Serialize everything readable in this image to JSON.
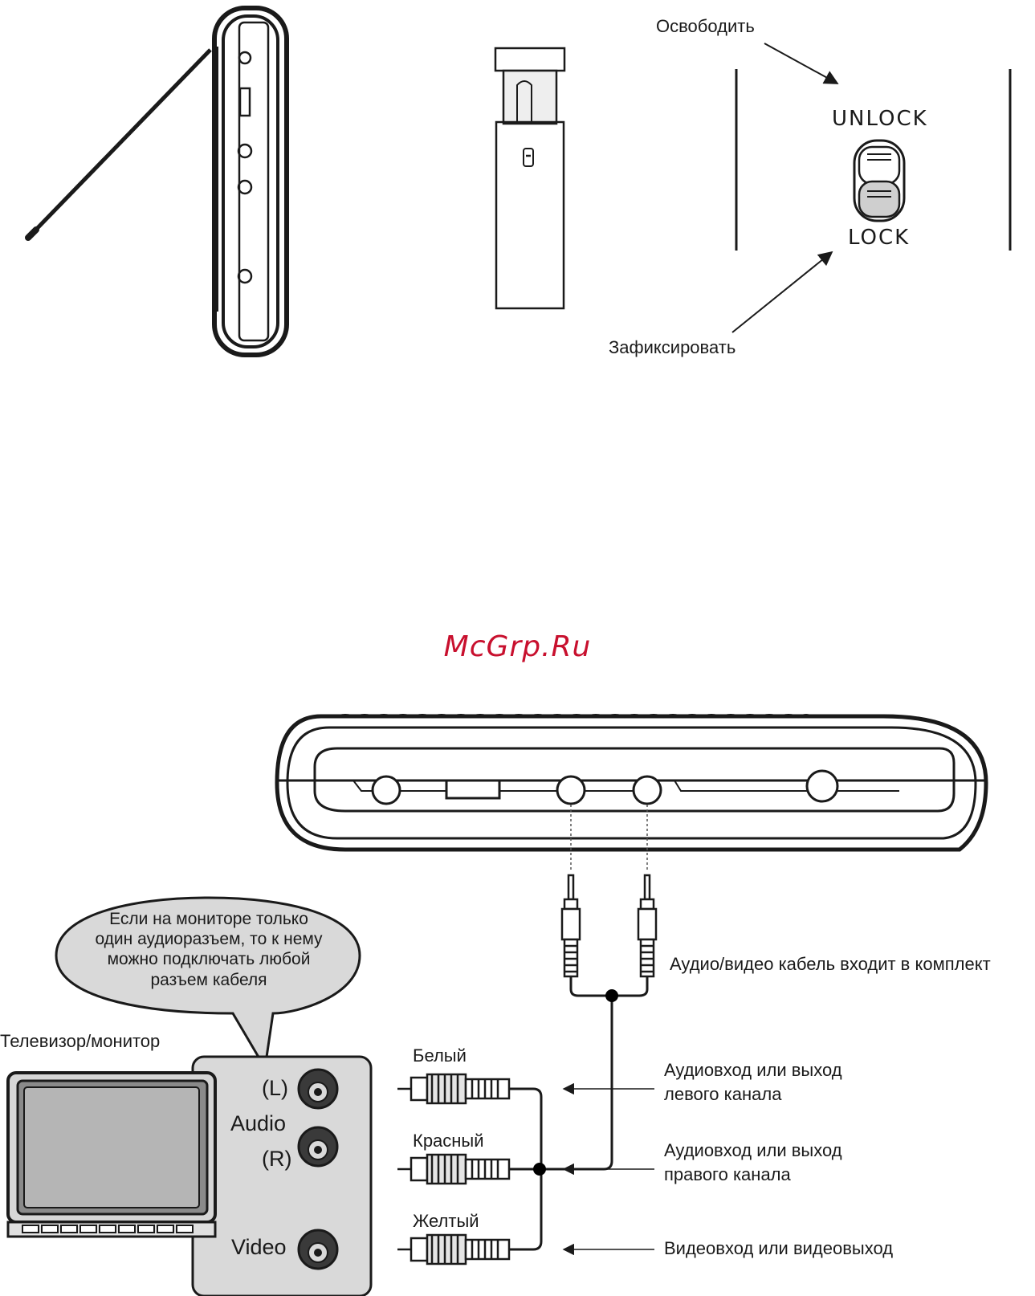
{
  "lock_diagram": {
    "release_label": "Освободить",
    "unlock_label": "UNLOCK",
    "lock_label": "LOCK",
    "fix_label": "Зафиксировать"
  },
  "watermark": "McGrp.Ru",
  "connection_diagram": {
    "cable_label": "Аудио/видео кабель входит в комплект",
    "tv_label": "Телевизор/монитор",
    "bubble_lines": [
      "Если на мониторе только",
      "один аудиоразъем, то к нему",
      "можно подключать любой",
      "разъем кабеля"
    ],
    "jacks": {
      "left": "(L)",
      "audio": "Audio",
      "right": "(R)",
      "video": "Video"
    },
    "plugs": {
      "white": "Белый",
      "red": "Красный",
      "yellow": "Желтый"
    },
    "descriptions": {
      "left_channel_line1": "Аудиовход или выход",
      "left_channel_line2": "левого канала",
      "right_channel_line1": "Аудиовход или выход",
      "right_channel_line2": "правого канала",
      "video": "Видеовход или видеовыход"
    }
  }
}
